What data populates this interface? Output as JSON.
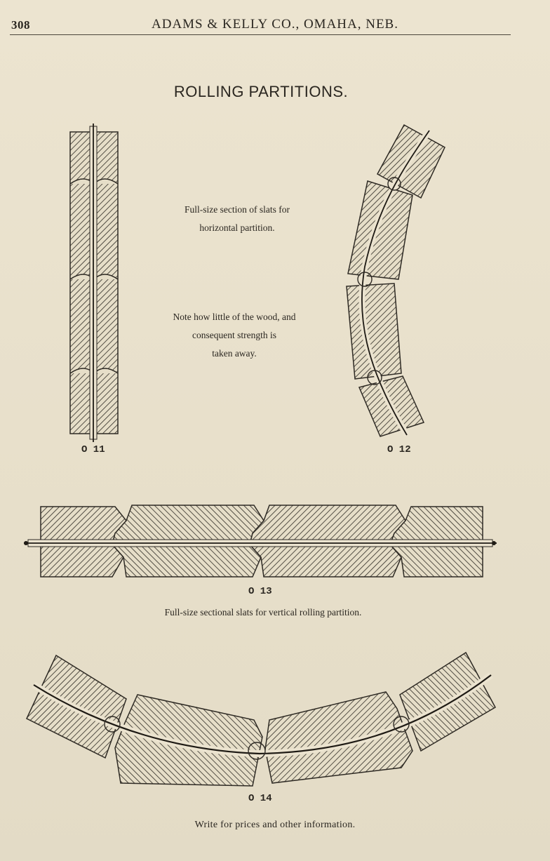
{
  "header": {
    "page_number": "308",
    "company": "ADAMS & KELLY CO., OMAHA, NEB."
  },
  "title": "ROLLING PARTITIONS.",
  "captions": {
    "horizontal": [
      "Full-size section of slats for",
      "horizontal partition."
    ],
    "note": [
      "Note how little of the wood, and",
      "consequent strength is",
      "taken away."
    ],
    "vertical": "Full-size sectional slats for vertical rolling partition."
  },
  "figures": {
    "o11": "O 11",
    "o12": "O 12",
    "o13": "O 13",
    "o14": "O 14"
  },
  "footer": "Write for prices and other information.",
  "colors": {
    "paper": "#e9e1cc",
    "ink": "#2a2620"
  }
}
